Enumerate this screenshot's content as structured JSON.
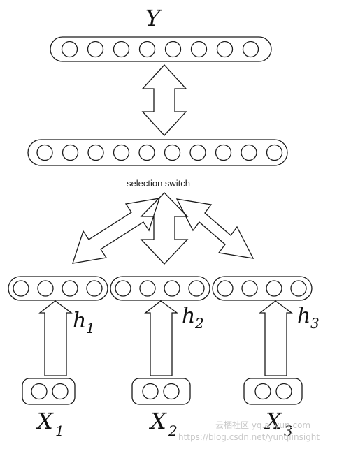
{
  "labels": {
    "output": "Y",
    "switch": "selection switch",
    "inputs": [
      {
        "base": "X",
        "sub": "1"
      },
      {
        "base": "X",
        "sub": "2"
      },
      {
        "base": "X",
        "sub": "3"
      }
    ],
    "hidden": [
      {
        "base": "h",
        "sub": "1"
      },
      {
        "base": "h",
        "sub": "2"
      },
      {
        "base": "h",
        "sub": "3"
      }
    ]
  },
  "layers": {
    "output_nodes": 8,
    "switch_nodes": 10,
    "hidden_nodes_each": 4,
    "input_nodes_each": 2
  },
  "watermark": {
    "line1": "云栖社区 yq.aliyun.com",
    "line2": "https://blog.csdn.net/yunqiinsight"
  },
  "colors": {
    "stroke": "#1a1a1a",
    "background": "#ffffff"
  }
}
